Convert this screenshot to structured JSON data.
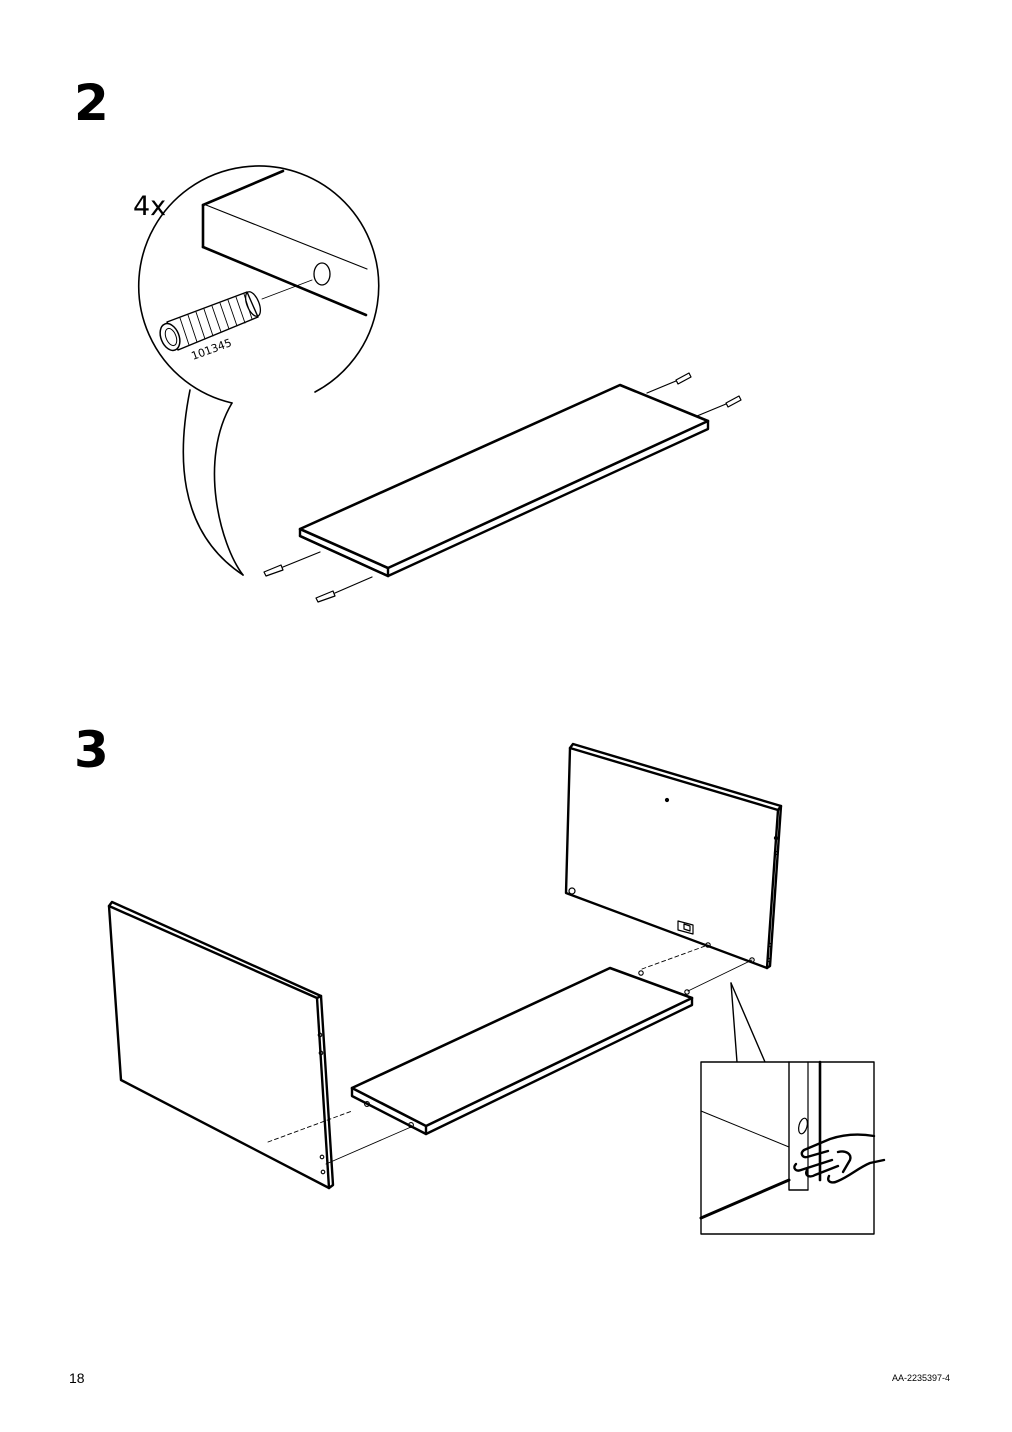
{
  "steps": [
    {
      "number": "2",
      "detail": {
        "quantity": "4x",
        "part_number": "101345"
      }
    },
    {
      "number": "3"
    }
  ],
  "footer": {
    "page_number": "18",
    "document_code": "AA-2235397-4"
  }
}
